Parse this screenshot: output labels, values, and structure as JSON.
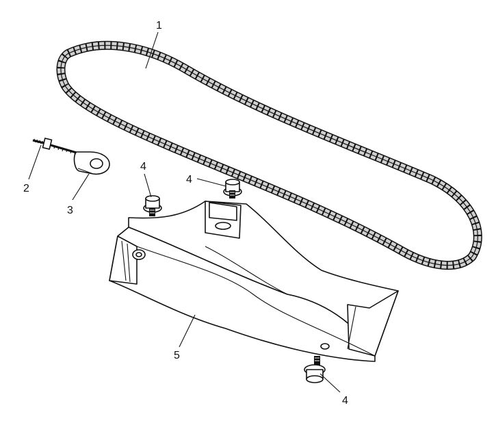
{
  "diagram": {
    "callouts": [
      {
        "id": "chain",
        "label": "1"
      },
      {
        "id": "adjuster-bolt",
        "label": "2"
      },
      {
        "id": "adjuster-plate",
        "label": "3"
      },
      {
        "id": "nut-left",
        "label": "4"
      },
      {
        "id": "nut-middle",
        "label": "4"
      },
      {
        "id": "guard",
        "label": "5"
      },
      {
        "id": "nut-bottom",
        "label": "4"
      }
    ],
    "parts": [
      {
        "name": "chain"
      },
      {
        "name": "adjuster-bolt"
      },
      {
        "name": "adjuster-plate"
      },
      {
        "name": "flange-nut"
      },
      {
        "name": "chain-guard"
      }
    ],
    "style": {
      "ink": "#111111",
      "paper": "#ffffff",
      "chain_fill": "#cfcfcf"
    }
  }
}
